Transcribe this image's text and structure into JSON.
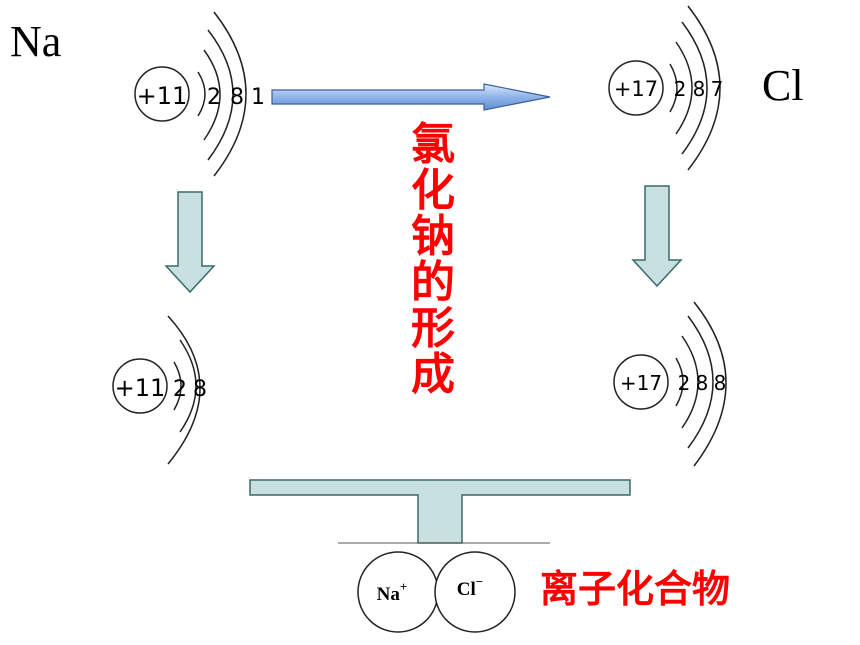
{
  "labels": {
    "na": "Na",
    "cl": "Cl"
  },
  "title_chars": [
    "氯",
    "化",
    "钠",
    "的",
    "形",
    "成"
  ],
  "compound": "离子化合物",
  "atoms": {
    "na_atom": {
      "nucleus": "+11",
      "shells": [
        "2",
        "8",
        "1"
      ]
    },
    "cl_atom": {
      "nucleus": "+17",
      "shells": [
        "2",
        "8",
        "7"
      ]
    },
    "na_ion": {
      "nucleus": "+11",
      "shells": [
        "2",
        "8"
      ]
    },
    "cl_ion": {
      "nucleus": "+17",
      "shells": [
        "2",
        "8",
        "8"
      ]
    }
  },
  "ions": {
    "na": {
      "symbol": "Na",
      "charge": "+"
    },
    "cl": {
      "symbol": "Cl",
      "charge": "−"
    }
  },
  "colors": {
    "arrow_fill": "#c8e0e0",
    "arrow_stroke": "#3a6a6a",
    "accent": "#ff0000",
    "h_arrow_fill": "#8fb4e8"
  }
}
